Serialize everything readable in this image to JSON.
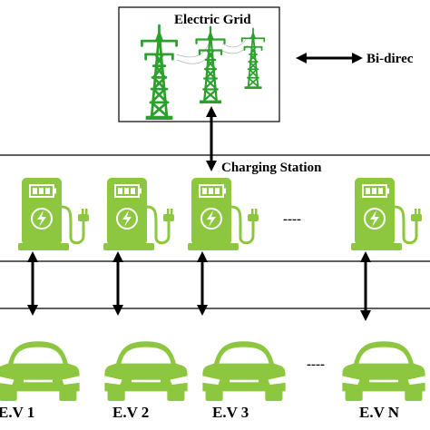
{
  "grid": {
    "title": "Electric Grid",
    "icon": "transmission-tower-icon"
  },
  "legend": {
    "label": "Bi-direc",
    "icon": "double-arrow-icon"
  },
  "station": {
    "title": "Charging Station",
    "gap_marker": "----",
    "icon": "ev-charger-icon"
  },
  "vehicles": {
    "gap_marker": "----",
    "icon": "car-icon",
    "labels": [
      "E.V 1",
      "E.V 2",
      "E.V 3",
      "E.V N"
    ]
  },
  "colors": {
    "green": "#8dc63f",
    "tower_green": "#2ca02c",
    "line": "#000000",
    "white": "#ffffff"
  }
}
